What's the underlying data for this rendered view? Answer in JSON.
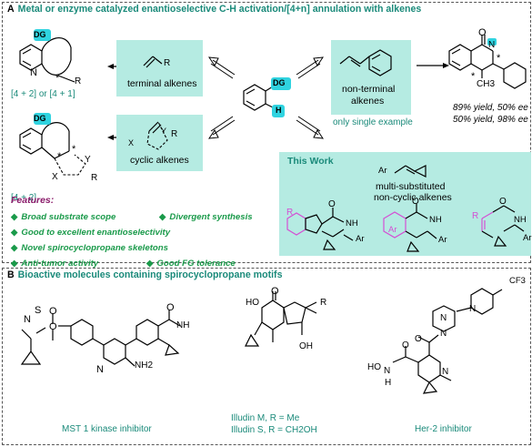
{
  "panel_a": {
    "label": "A",
    "title": "Metal or enzyme catalyzed enantioselective C-H activation/[4+n] annulation with alkenes",
    "dg": "DG",
    "h": "H",
    "left_product_top_note": "[4 + 2] or [4 + 1]",
    "left_product_bottom_note": "[4 + 2]",
    "terminal_alkenes": "terminal alkenes",
    "cyclic_alkenes": "cyclic alkenes",
    "non_terminal_line1": "non-terminal",
    "non_terminal_line2": "alkenes",
    "only_single_example": "only single example",
    "yield_line1": "89% yield, 50% ee",
    "yield_line2": "50% yield, 98% ee",
    "this_work": "This Work",
    "multi_line1": "multi-substituted",
    "multi_line2": "non-cyclic alkenes",
    "features_title": "Features:",
    "features": [
      "Broad substrate scope",
      "Divergent synthesis",
      "Good to excellent enantioselectivity",
      "Novel spirocyclopropane skeletons",
      "Anti-tumor activity",
      "Good FG tolerance"
    ],
    "atoms": {
      "R": "R",
      "X": "X",
      "Y": "Y",
      "Ar": "Ar",
      "O": "O",
      "N": "N",
      "NH": "NH",
      "CH3": "CH3",
      "star": "*"
    }
  },
  "panel_b": {
    "label": "B",
    "title": "Bioactive molecules containing spirocyclopropane motifs",
    "mst1_caption": "MST 1 kinase inhibitor",
    "illudin_m": "Illudin M, R = Me",
    "illudin_s": "Illudin S, R = CH2OH",
    "her2_caption": "Her-2 inhibitor",
    "atoms": {
      "S": "S",
      "O": "O",
      "N": "N",
      "NH": "NH",
      "NH2": "NH2",
      "OH": "OH",
      "HO": "HO",
      "H": "H",
      "R": "R",
      "CF3": "CF3"
    }
  },
  "colors": {
    "teal_text": "#1a8a7a",
    "box_fill": "#b5ebe2",
    "dg_highlight": "#2fd3e0",
    "feature_green": "#1a9a4a",
    "features_title": "#8a1a6a",
    "magenta_ring": "#d44fd4"
  }
}
